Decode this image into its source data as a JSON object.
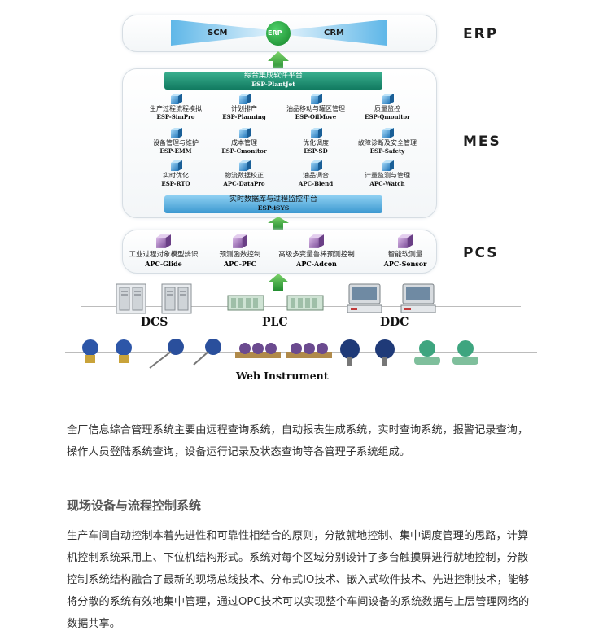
{
  "diagram": {
    "layers": {
      "erp": "ERP",
      "mes": "MES",
      "pcs": "PCS"
    },
    "erp": {
      "left": "SCM",
      "center": "ERP",
      "right": "CRM"
    },
    "mes": {
      "top_bar": {
        "title": "综合集成软件平台",
        "code": "ESP-PlantJet"
      },
      "bottom_bar": {
        "title": "实时数据库与过程监控平台",
        "code": "ESP-iSYS"
      },
      "modules": [
        {
          "label": "生产过程流程模拟",
          "code": "ESP-SimPro"
        },
        {
          "label": "计划排产",
          "code": "ESP-Planning"
        },
        {
          "label": "油品移动与罐区管理",
          "code": "ESP-OilMove"
        },
        {
          "label": "质量监控",
          "code": "ESP-Qmonitor"
        },
        {
          "label": "设备管理与维护",
          "code": "ESP-EMM"
        },
        {
          "label": "成本管理",
          "code": "ESP-Cmonitor"
        },
        {
          "label": "优化调度",
          "code": "ESP-SD"
        },
        {
          "label": "故障诊断及安全管理",
          "code": "ESP-Safety"
        },
        {
          "label": "实时优化",
          "code": "ESP-RTO"
        },
        {
          "label": "物流数据校正",
          "code": "APC-DataPro"
        },
        {
          "label": "油品调合",
          "code": "APC-Blend"
        },
        {
          "label": "计量监测与管理",
          "code": "APC-Watch"
        }
      ]
    },
    "pcs": {
      "modules": [
        {
          "label": "工业过程对象模型辨识",
          "code": "APC-Glide"
        },
        {
          "label": "预测函数控制",
          "code": "APC-PFC"
        },
        {
          "label": "高级多变量鲁棒预测控制",
          "code": "APC-Adcon"
        },
        {
          "label": "智能软测量",
          "code": "APC-Sensor"
        }
      ]
    },
    "devices": {
      "dcs": "DCS",
      "plc": "PLC",
      "ddc": "DDC",
      "instrument": "Web Instrument"
    }
  },
  "text": {
    "para1": "全厂信息综合管理系统主要由远程查询系统，自动报表生成系统，实时查询系统，报警记录查询，操作人员登陆系统查询，设备运行记录及状态查询等各管理子系统组成。",
    "section_title": "现场设备与流程控制系统",
    "para2": "生产车间自动控制本着先进性和可靠性相结合的原则，分散就地控制、集中调度管理的思路，计算机控制系统采用上、下位机结构形式。系统对每个区域分别设计了多台触摸屏进行就地控制，分散控制系统结构融合了最新的现场总线技术、分布式IO技术、嵌入式软件技术、先进控制技术，能够将分散的系统有效地集中管理，通过OPC技术可以实现整个车间设备的系统数据与上层管理网络的数据共享。"
  },
  "colors": {
    "green": "#2f9e3a",
    "teal": "#1f8f7a",
    "blue": "#4aa3d8",
    "purple": "#9a6fb0"
  }
}
